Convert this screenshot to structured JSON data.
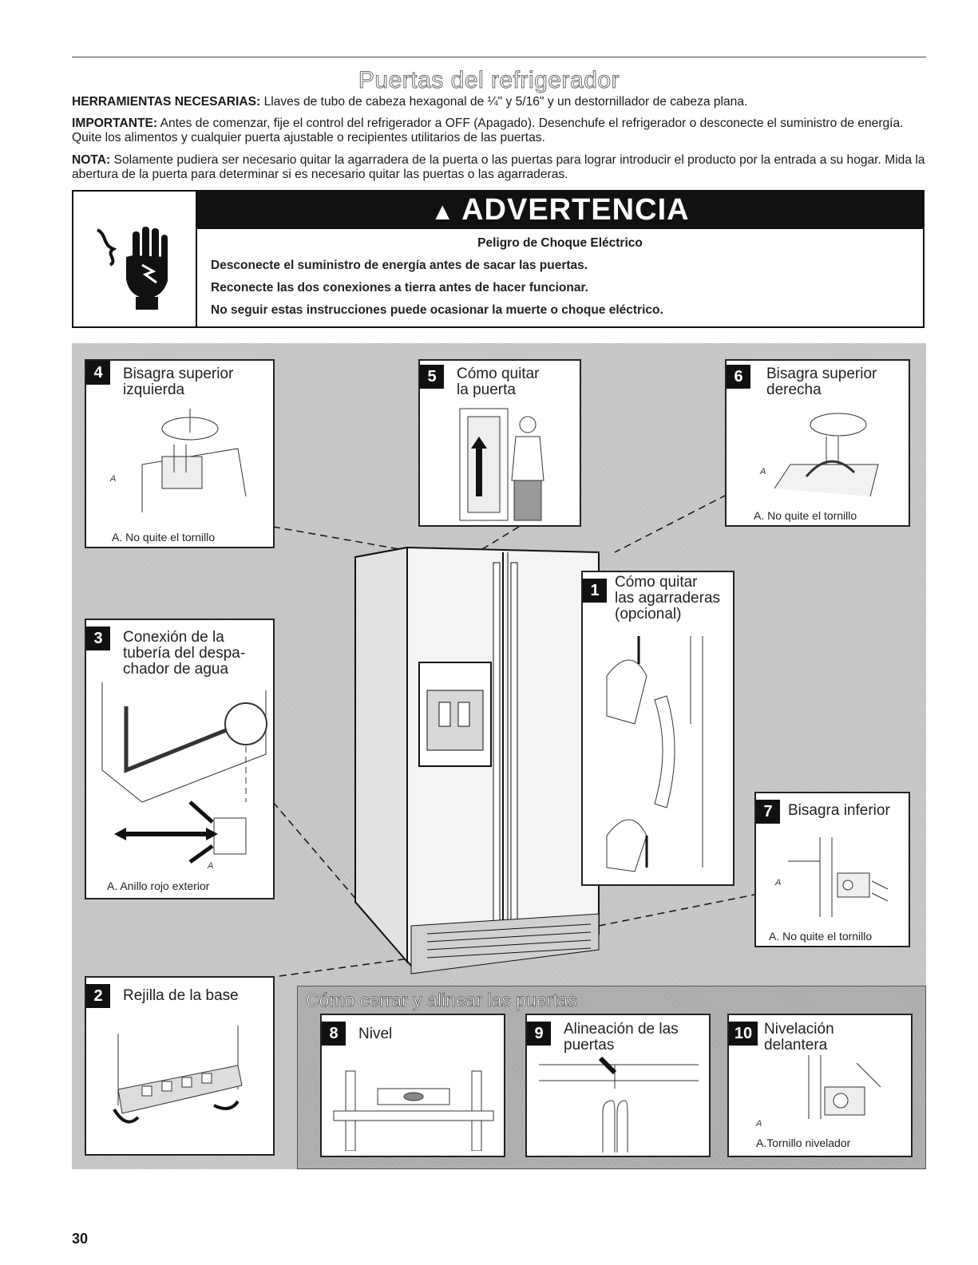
{
  "page": {
    "title": "Puertas del refrigerador",
    "page_number": "30"
  },
  "paragraphs": {
    "tools_label": "HERRAMIENTAS NECESARIAS:",
    "tools_text": " Llaves de tubo de cabeza hexagonal de ¼\" y 5/16\" y un destornillador de cabeza plana.",
    "important_label": "IMPORTANTE:",
    "important_text": " Antes de comenzar, fije el control del refrigerador a OFF (Apagado). Desenchufe el refrigerador o desconecte el suministro de energía. Quite los alimentos y cualquier puerta ajustable o recipientes utilitarios de las puertas.",
    "note_label": "NOTA:",
    "note_text": " Solamente pudiera ser necesario quitar la agarradera de la puerta o las puertas para lograr introducir el producto por la entrada a su hogar. Mida la abertura de la puerta para determinar si es necesario quitar las puertas o las agarraderas."
  },
  "warning": {
    "heading": "ADVERTENCIA",
    "subtitle": "Peligro de Choque Eléctrico",
    "lines": [
      "Desconecte el suministro de energía antes de sacar las puertas.",
      "Reconecte las dos conexiones a tierra antes de hacer funcionar.",
      "No seguir estas instrucciones puede ocasionar la muerte o choque eléctrico."
    ]
  },
  "panels": {
    "p4": {
      "num": "4",
      "title1": "Bisagra superior",
      "title2": "izquierda",
      "label": "A",
      "caption": "A. No quite el tornillo"
    },
    "p5": {
      "num": "5",
      "title1": "Cómo quitar",
      "title2": "la puerta"
    },
    "p6": {
      "num": "6",
      "title1": "Bisagra superior",
      "title2": "derecha",
      "label": "A",
      "caption": "A. No quite el tornillo"
    },
    "p1": {
      "num": "1",
      "title1": "Cómo quitar",
      "title2": "las agarraderas",
      "title3": "(opcional)"
    },
    "p3": {
      "num": "3",
      "title1": "Conexión de la",
      "title2": "tubería del despa-",
      "title3": "chador de agua",
      "label": "A",
      "caption": "A. Anillo rojo exterior"
    },
    "p7": {
      "num": "7",
      "title1": "Bisagra inferior",
      "label": "A",
      "caption": "A. No quite el tornillo"
    },
    "p2": {
      "num": "2",
      "title1": "Rejilla de la base"
    },
    "closing": {
      "title": "Cómo cerrar y alinear las puertas"
    },
    "p8": {
      "num": "8",
      "title1": "Nivel"
    },
    "p9": {
      "num": "9",
      "title1": "Alineación de las",
      "title2": "puertas"
    },
    "p10": {
      "num": "10",
      "title1": "Nivelación",
      "title2": "delantera",
      "label": "A",
      "caption": "A.Tornillo nivelador"
    }
  },
  "icons": [
    "electric-shock-hand-icon",
    "warning-triangle-icon"
  ],
  "colors": {
    "warning_black": "#111111",
    "diagram_gray": "#c2c2c2"
  }
}
